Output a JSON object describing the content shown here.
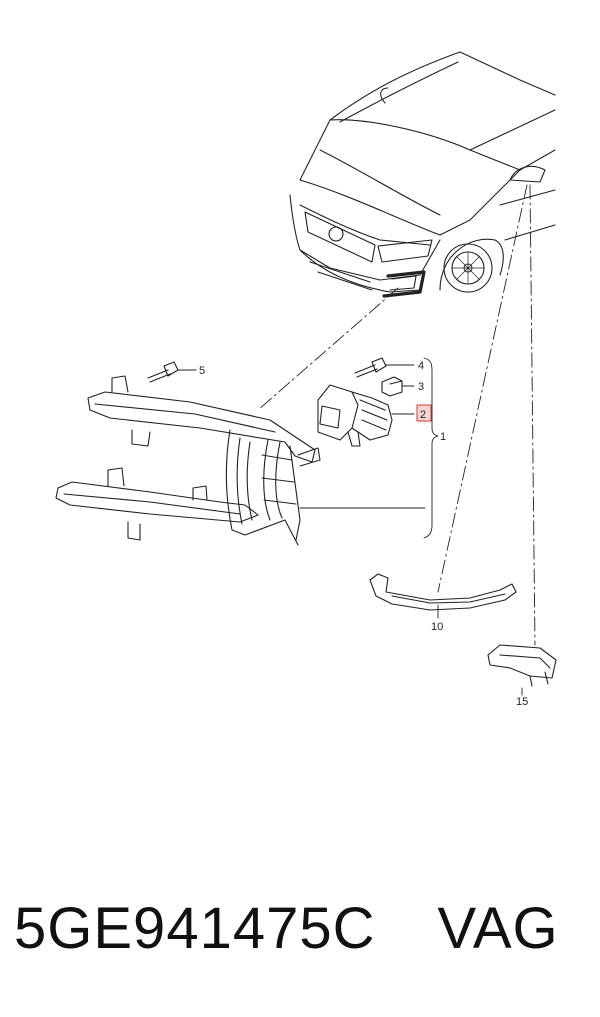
{
  "callouts": {
    "c1": "1",
    "c2": "2",
    "c3": "3",
    "c4": "4",
    "c5": "5",
    "c10": "10",
    "c15": "15"
  },
  "highlighted_callout": "2",
  "colors": {
    "highlight_fill": "#f6d4d4",
    "highlight_stroke": "#d33a3a",
    "line": "#222222"
  },
  "caption": {
    "part_number": "5GE941475C",
    "brand": "VAG"
  }
}
